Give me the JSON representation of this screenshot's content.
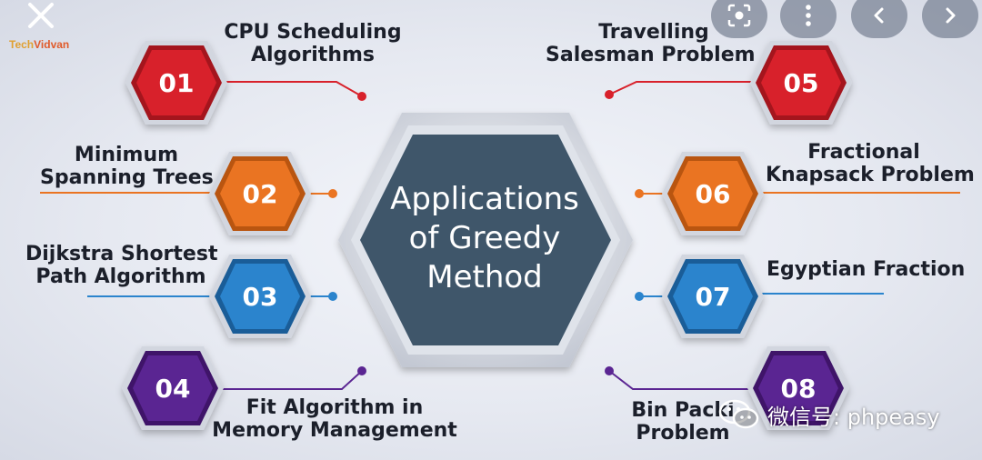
{
  "center": {
    "line1": "Applications",
    "line2": "of Greedy",
    "line3": "Method"
  },
  "items": [
    {
      "num": "01",
      "line1": "CPU Scheduling",
      "line2": "Algorithms",
      "color": "#d8212b",
      "dark": "#a4151d"
    },
    {
      "num": "02",
      "line1": "Minimum",
      "line2": "Spanning Trees",
      "color": "#ea7422",
      "dark": "#b95510"
    },
    {
      "num": "03",
      "line1": "Dijkstra Shortest",
      "line2": "Path Algorithm",
      "color": "#2b84cd",
      "dark": "#1a5d98"
    },
    {
      "num": "04",
      "line1": "Fit Algorithm in",
      "line2": "Memory Management",
      "color": "#5a2592",
      "dark": "#3f1469"
    },
    {
      "num": "05",
      "line1": "Travelling",
      "line2": "Salesman Problem",
      "color": "#d8212b",
      "dark": "#a4151d"
    },
    {
      "num": "06",
      "line1": "Fractional",
      "line2": "Knapsack Problem",
      "color": "#ea7422",
      "dark": "#b95510"
    },
    {
      "num": "07",
      "line1": "Egyptian Fraction",
      "line2": "",
      "color": "#2b84cd",
      "dark": "#1a5d98"
    },
    {
      "num": "08",
      "line1": "Bin Packi",
      "line2": "Problem",
      "color": "#5a2592",
      "dark": "#3f1469"
    }
  ],
  "logo": {
    "part1": "Tech",
    "part2": "Vidvan"
  },
  "watermark": "微信号: phpeasy",
  "controls": {
    "close_icon": "close-icon",
    "lens_icon": "lens-icon",
    "more_icon": "more-vertical-icon",
    "prev_icon": "chevron-left-icon",
    "next_icon": "chevron-right-icon"
  },
  "colors": {
    "center_fill": "#3f566a",
    "center_ring": "#c7ccd6"
  }
}
